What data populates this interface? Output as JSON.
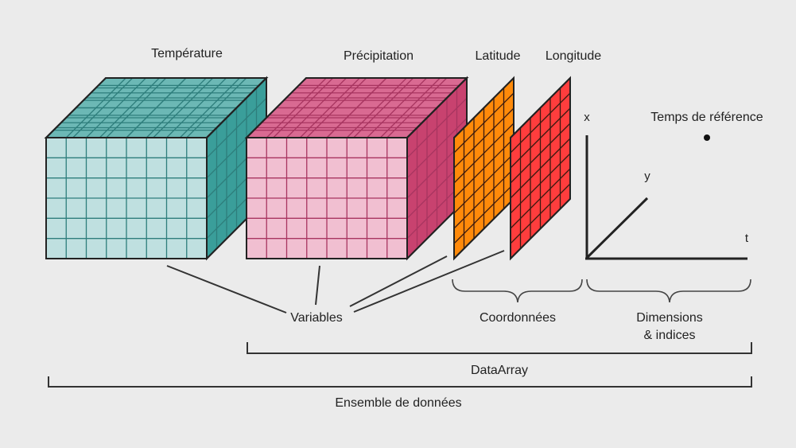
{
  "labels": {
    "temperature": "Température",
    "precipitation": "Précipitation",
    "latitude": "Latitude",
    "longitude": "Longitude",
    "reference_time": "Temps de référence",
    "axis_x": "x",
    "axis_y": "y",
    "axis_t": "t",
    "variables": "Variables",
    "coordinates": "Coordonnées",
    "dimensions_line1": "Dimensions",
    "dimensions_line2": "& indices",
    "dataarray": "DataArray",
    "dataset": "Ensemble de données"
  },
  "colors": {
    "background": "#ebebeb",
    "temperature_front": "#bfe0e0",
    "temperature_top": "#6cb8b5",
    "temperature_side": "#3a9e9a",
    "temperature_grid": "#2e7e7c",
    "precipitation_front": "#f1bfd1",
    "precipitation_top": "#d96a92",
    "precipitation_side": "#c8426f",
    "precipitation_grid": "#a83560",
    "latitude_fill": "#ff8a0a",
    "longitude_fill": "#ff3d3d",
    "line": "#333333"
  }
}
